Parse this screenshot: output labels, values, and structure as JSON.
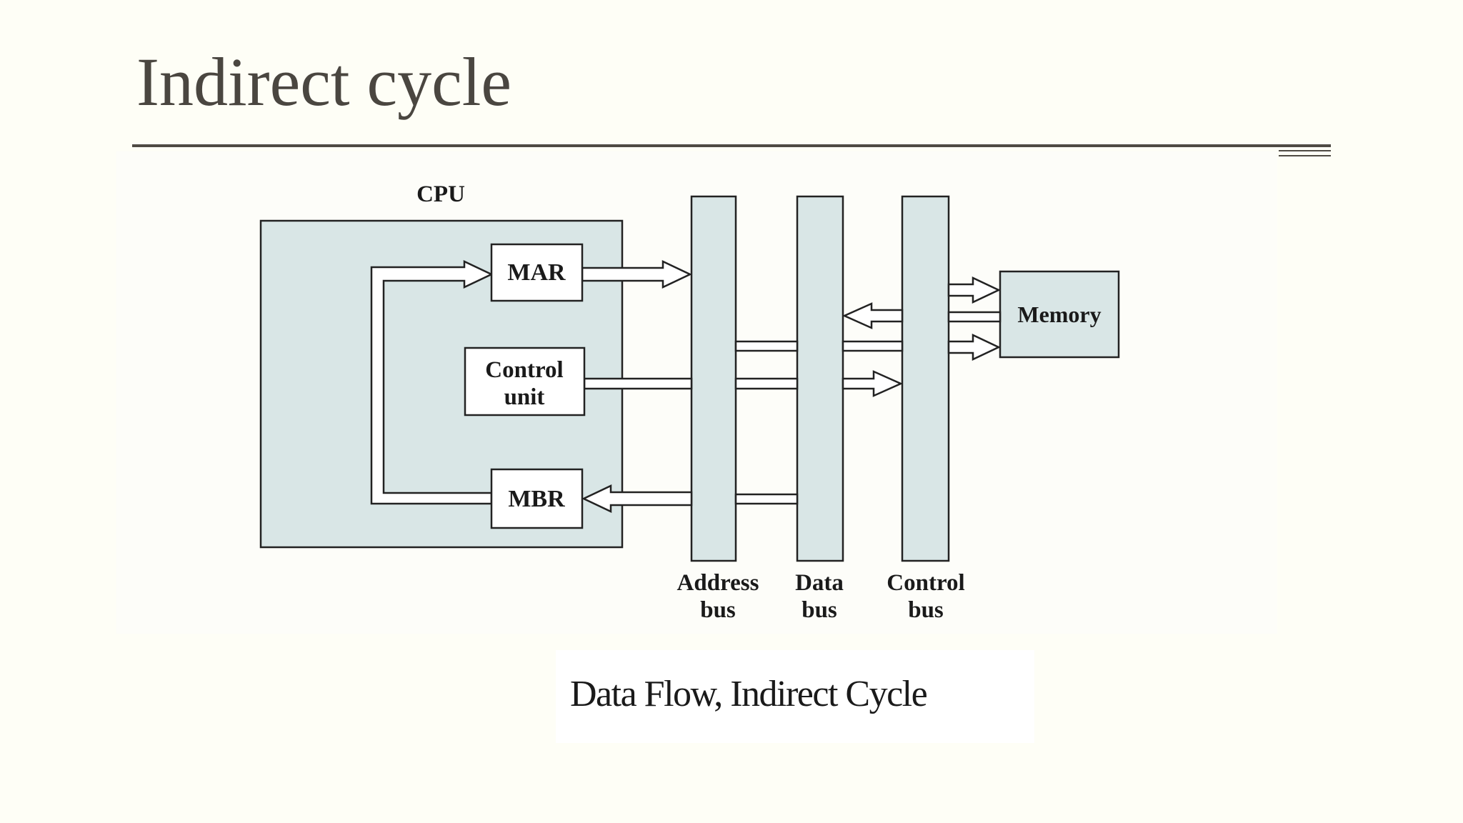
{
  "slide": {
    "title": "Indirect cycle",
    "caption": "Data Flow, Indirect Cycle"
  },
  "diagram": {
    "cpu_label": "CPU",
    "components": {
      "mar": "MAR",
      "control_unit_line1": "Control",
      "control_unit_line2": "unit",
      "mbr": "MBR",
      "memory": "Memory"
    },
    "buses": {
      "address_line1": "Address",
      "address_line2": "bus",
      "data_line1": "Data",
      "data_line2": "bus",
      "control_line1": "Control",
      "control_line2": "bus"
    },
    "colors": {
      "component_fill": "#d9e6e6",
      "box_fill": "#ffffff",
      "stroke": "#222222",
      "title_text": "#4a4640"
    }
  }
}
